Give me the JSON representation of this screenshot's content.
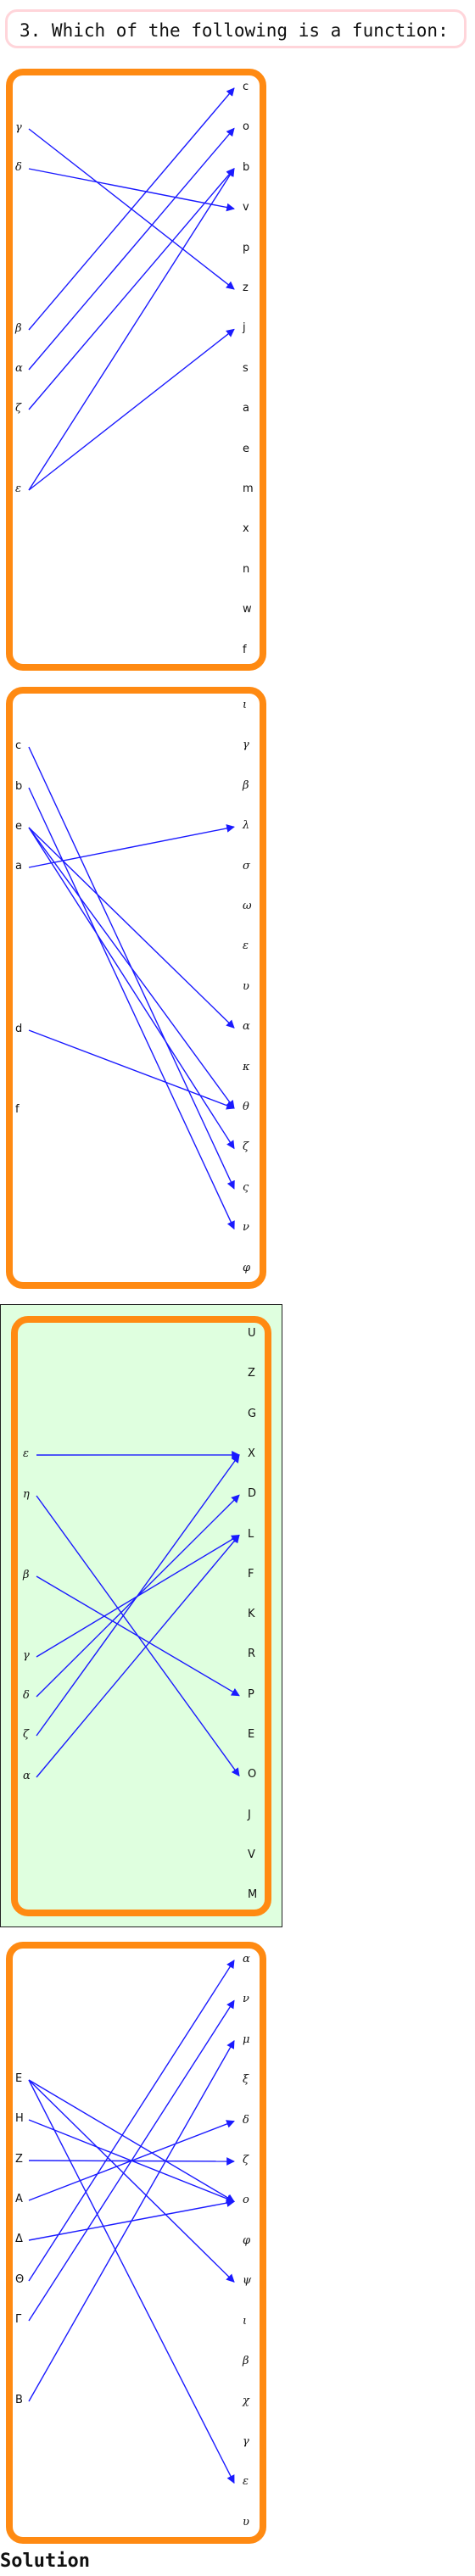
{
  "question": "3. Which of the following is a function:",
  "solution_label": "Solution",
  "colors": {
    "panel_border": "#ff8a12",
    "arrow": "#1a1aff",
    "highlight_bg": "#dfffdf",
    "question_border": "#ffd5da"
  },
  "diagrams": [
    {
      "left": [
        "γ",
        "δ",
        "β",
        "α",
        "ζ",
        "ε"
      ],
      "right": [
        "c",
        "o",
        "b",
        "v",
        "p",
        "z",
        "j",
        "s",
        "a",
        "e",
        "m",
        "x",
        "n",
        "w",
        "f"
      ],
      "mapping": [
        [
          "γ",
          "z"
        ],
        [
          "δ",
          "v"
        ],
        [
          "β",
          "c"
        ],
        [
          "α",
          "o"
        ],
        [
          "ζ",
          "b"
        ],
        [
          "ε",
          "j"
        ],
        [
          "ε",
          "b"
        ]
      ],
      "selected": false
    },
    {
      "left": [
        "c",
        "b",
        "e",
        "a",
        "d",
        "f"
      ],
      "right": [
        "ι",
        "γ",
        "β",
        "λ",
        "σ",
        "ω",
        "ε",
        "υ",
        "α",
        "κ",
        "θ",
        "ζ",
        "ς",
        "ν",
        "φ"
      ],
      "mapping": [
        [
          "c",
          "ς"
        ],
        [
          "b",
          "ν"
        ],
        [
          "e",
          "α"
        ],
        [
          "e",
          "θ"
        ],
        [
          "e",
          "ζ"
        ],
        [
          "a",
          "λ"
        ],
        [
          "d",
          "θ"
        ]
      ],
      "selected": false
    },
    {
      "left": [
        "ε",
        "η",
        "β",
        "γ",
        "δ",
        "ζ",
        "α"
      ],
      "right": [
        "U",
        "Z",
        "G",
        "X",
        "D",
        "L",
        "F",
        "K",
        "R",
        "P",
        "E",
        "O",
        "J",
        "V",
        "M"
      ],
      "mapping": [
        [
          "ε",
          "X"
        ],
        [
          "η",
          "O"
        ],
        [
          "β",
          "P"
        ],
        [
          "γ",
          "L"
        ],
        [
          "δ",
          "D"
        ],
        [
          "ζ",
          "X"
        ],
        [
          "α",
          "L"
        ]
      ],
      "selected": true
    },
    {
      "left": [
        "E",
        "H",
        "Z",
        "A",
        "Δ",
        "Θ",
        "Γ",
        "B"
      ],
      "right": [
        "α",
        "ν",
        "μ",
        "ξ",
        "δ",
        "ζ",
        "ο",
        "φ",
        "ψ",
        "ι",
        "β",
        "χ",
        "γ",
        "ε",
        "υ"
      ],
      "mapping": [
        [
          "E",
          "ο"
        ],
        [
          "E",
          "ψ"
        ],
        [
          "E",
          "ε"
        ],
        [
          "H",
          "ο"
        ],
        [
          "Z",
          "ζ"
        ],
        [
          "A",
          "δ"
        ],
        [
          "Δ",
          "ο"
        ],
        [
          "Θ",
          "α"
        ],
        [
          "Γ",
          "ν"
        ],
        [
          "B",
          "μ"
        ]
      ],
      "selected": false
    }
  ]
}
